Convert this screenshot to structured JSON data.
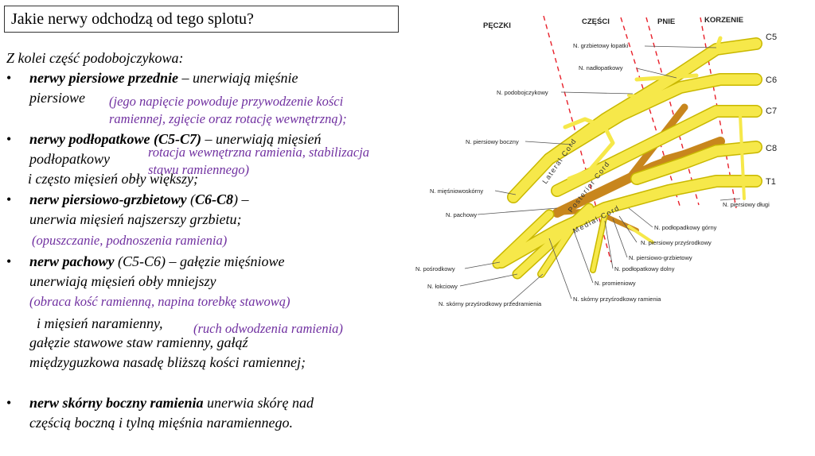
{
  "title": "Jakie nerwy odchodzą od tego splotu?",
  "lines": {
    "l0": "Z kolei część podobojczykowa:",
    "l1_b": "nerwy piersiowe przednie",
    "l1_r": " – unerwiają mięśnie",
    "l2": "piersiowe",
    "p1a": "(jego napięcie powoduje przywodzenie kości",
    "p1b": "ramiennej, zgięcie oraz rotację wewnętrzną);",
    "l3_b": "nerwy podłopatkowe (C5-C7)",
    "l3_r": " – unerwiają mięsień",
    "l4": "podłopatkowy",
    "p2a": "rotacja wewnętrzna ramienia, stabilizacja",
    "p2b": "stawu ramiennego)",
    "l5": "i często mięsień obły większy;",
    "l6_b1": "nerw piersiowo-grzbietowy",
    "l6_n": " (",
    "l6_b2": "C6-C8",
    "l6_r": ") –",
    "l7": "unerwia mięsień najszerszy grzbietu;",
    "p3": "(opuszczanie, podnoszenia ramienia)",
    "l8_b": "nerw pachowy",
    "l8_r": " (C5-C6) – gałęzie mięśniowe",
    "l9": "unerwiają mięsień obły mniejszy",
    "p4": "(obraca kość ramienną, napina torebkę stawową)",
    "l10": "i mięsień naramienny,",
    "p5": "(ruch odwodzenia ramienia)",
    "l11": "gałęzie stawowe staw ramienny, gałąź",
    "l12": "międzyguzkowa nasadę bliższą kości ramiennej;",
    "l13_b": "nerw skórny boczny ramienia",
    "l13_r": "  unerwia skórę nad",
    "l14": "częścią boczną i tylną mięśnia naramiennego."
  },
  "bullet_char": "•",
  "diagram": {
    "sections": [
      "PĘCZKI",
      "CZĘŚCI",
      "PNIE",
      "KORZENIE"
    ],
    "roots": [
      "C5",
      "C6",
      "C7",
      "C8",
      "T1"
    ],
    "cords": [
      "Lateral Cord",
      "Posterior Cord",
      "Medial Cord"
    ],
    "labels_left": [
      "N. grzbietowy łopatki",
      "N. nadłopatkowy",
      "N. podobojczykowy",
      "N. piersiowy boczny",
      "N. mięśniowoskórny",
      "N. pachowy",
      "N. pośrodkowy",
      "N. łokciowy",
      "N. skórny przyśrodkowy przedramienia"
    ],
    "labels_bottom": [
      "N. podłopadkowy górny",
      "N. piersiowy przyśrodkowy",
      "N. piersiowo-grzbietowy",
      "N. podłopatkowy dolny",
      "N. promieniowy",
      "N. skórny przyśrodkowy ramienia"
    ],
    "label_right": "N. piersiowy długi",
    "colors": {
      "nerve": "#f6e84a",
      "nerve_edge": "#c9b800",
      "posterior": "#c8861d",
      "dashed": "#e8202a"
    }
  }
}
